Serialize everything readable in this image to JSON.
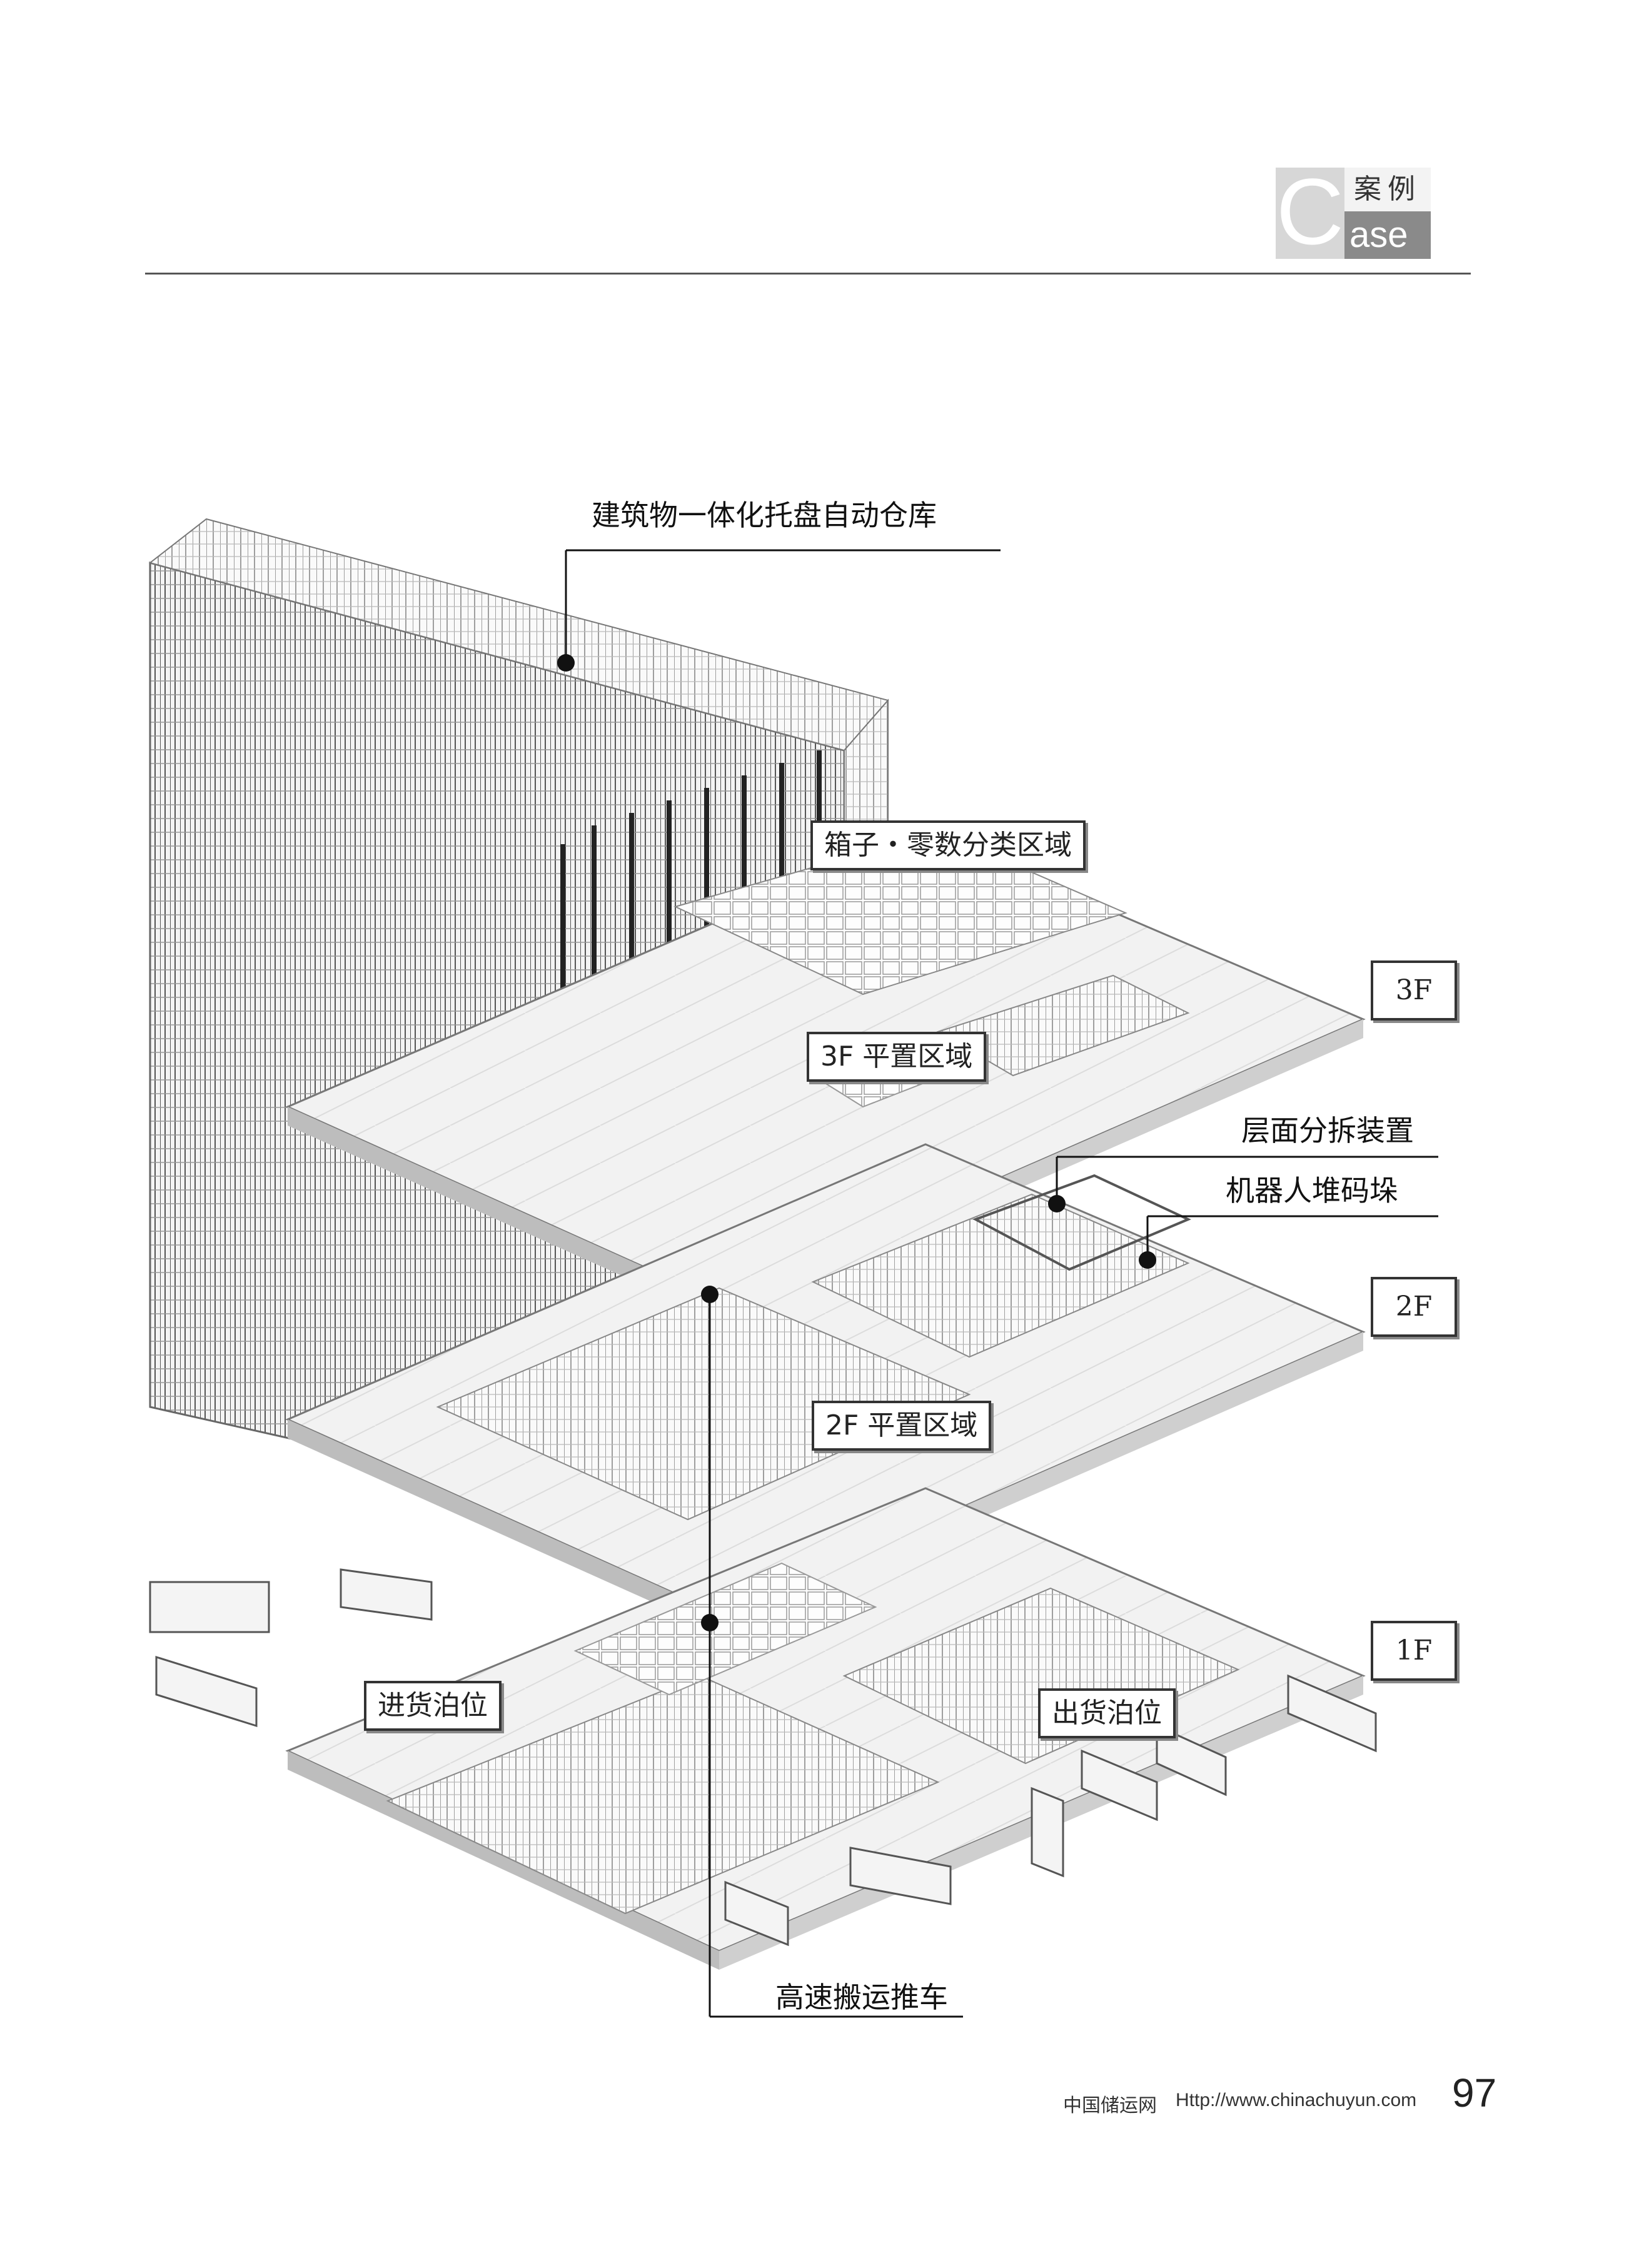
{
  "header": {
    "badge_letter": "C",
    "badge_cn": "案例",
    "badge_en": "ase"
  },
  "callouts": {
    "building": "建筑物一体化托盘自动仓库",
    "box_sorting": "箱子・零数分类区域",
    "floor3_area": "3F 平置区域",
    "floor_splitter": "层面分拆装置",
    "robot_stacker": "机器人堆码垛",
    "floor2_area": "2F 平置区域",
    "inbound_dock": "进货泊位",
    "outbound_dock": "出货泊位",
    "transfer_cart": "高速搬运推车"
  },
  "floors": {
    "f3": "3F",
    "f2": "2F",
    "f1": "1F"
  },
  "footer": {
    "site": "中国储运网",
    "url": "Http://www.chinachuyun.com",
    "page": "97"
  }
}
